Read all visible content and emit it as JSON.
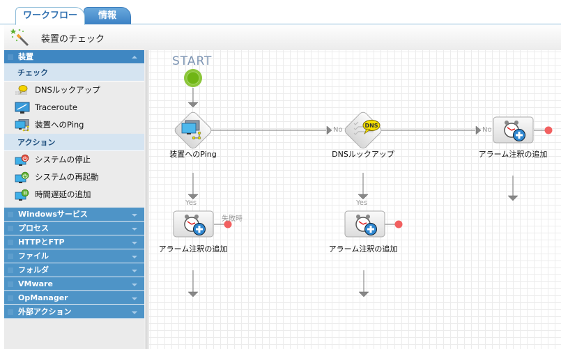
{
  "tabs": [
    {
      "label": "ワークフロー",
      "active": true
    },
    {
      "label": "情報",
      "active": false
    }
  ],
  "header": {
    "title": "装置のチェック",
    "icon": "magic-wand-icon"
  },
  "sidebar": {
    "expanded_category": {
      "label": "装置",
      "groups": [
        {
          "label": "チェック",
          "items": [
            {
              "label": "DNSルックアップ",
              "icon": "dns-bubble-icon"
            },
            {
              "label": "Traceroute",
              "icon": "monitor-trace-icon"
            },
            {
              "label": "装置へのPing",
              "icon": "device-ping-icon"
            }
          ]
        },
        {
          "label": "アクション",
          "items": [
            {
              "label": "システムの停止",
              "icon": "power-stop-icon"
            },
            {
              "label": "システムの再起動",
              "icon": "power-restart-icon"
            },
            {
              "label": "時間遅延の追加",
              "icon": "pause-delay-icon"
            }
          ]
        }
      ]
    },
    "collapsed_categories": [
      "Windowsサービス",
      "プロセス",
      "HTTPとFTP",
      "ファイル",
      "フォルダ",
      "VMware",
      "OpManager",
      "外部アクション"
    ]
  },
  "canvas": {
    "start_label": "START",
    "nodes": {
      "ping": {
        "label": "装置へのPing"
      },
      "dns": {
        "label": "DNSルックアップ"
      },
      "alarm_right": {
        "label": "アラーム注釈の追加"
      },
      "alarm_left": {
        "label": "アラーム注釈の追加"
      },
      "alarm_mid": {
        "label": "アラーム注釈の追加"
      }
    },
    "edge_labels": {
      "no1": "No",
      "no2": "No",
      "yes1": "Yes",
      "yes2": "Yes",
      "fail": "失敗時"
    }
  },
  "colors": {
    "accent": "#3f87c2",
    "start_green": "#7bb51c",
    "failure_dot": "#f05a5a"
  }
}
